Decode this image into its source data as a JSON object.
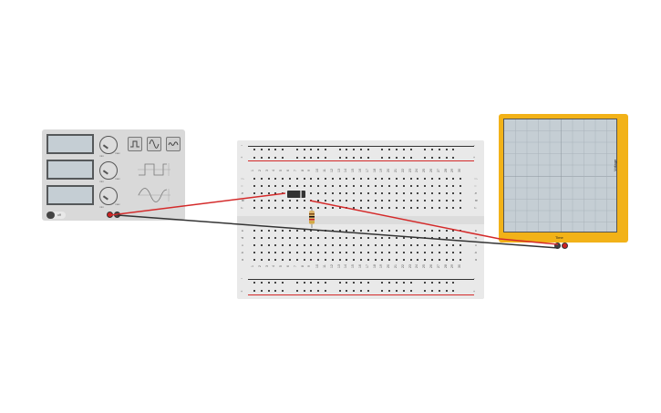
{
  "function_generator": {
    "toggle_label": "off",
    "knobs": [
      {
        "name": "frequency-knob",
        "min": "min",
        "max": "max"
      },
      {
        "name": "amplitude-knob",
        "min": "min",
        "max": "max"
      },
      {
        "name": "dc-offset-knob",
        "min": "min",
        "max": "max"
      }
    ],
    "wave_buttons": [
      "square-wave-icon",
      "sine-wave-icon",
      "triangle-wave-icon"
    ],
    "colors": {
      "body": "#d9d9d9",
      "screen": "#c5ced4",
      "positive_terminal": "#cc2222",
      "negative_terminal": "#444444"
    }
  },
  "breadboard": {
    "columns": [
      "1",
      "2",
      "3",
      "4",
      "5",
      "6",
      "7",
      "8",
      "9",
      "10",
      "11",
      "12",
      "13",
      "14",
      "15",
      "16",
      "17",
      "18",
      "19",
      "20",
      "21",
      "22",
      "23",
      "24",
      "25",
      "26",
      "27",
      "28",
      "29",
      "30"
    ],
    "rows_top": [
      "j",
      "i",
      "h",
      "g",
      "f"
    ],
    "rows_bottom": [
      "e",
      "d",
      "c",
      "b",
      "a"
    ],
    "rail_minus": "−",
    "rail_plus": "+"
  },
  "oscilloscope": {
    "x_label": "Time",
    "y_label": "Voltage",
    "colors": {
      "body": "#f2b218",
      "screen": "#c5ced4",
      "grid": "#a9b3ba"
    }
  },
  "wires": {
    "colors": {
      "red": "#d42a2a",
      "black": "#333333"
    }
  },
  "components": {
    "diode": "diode",
    "resistor": "resistor"
  }
}
